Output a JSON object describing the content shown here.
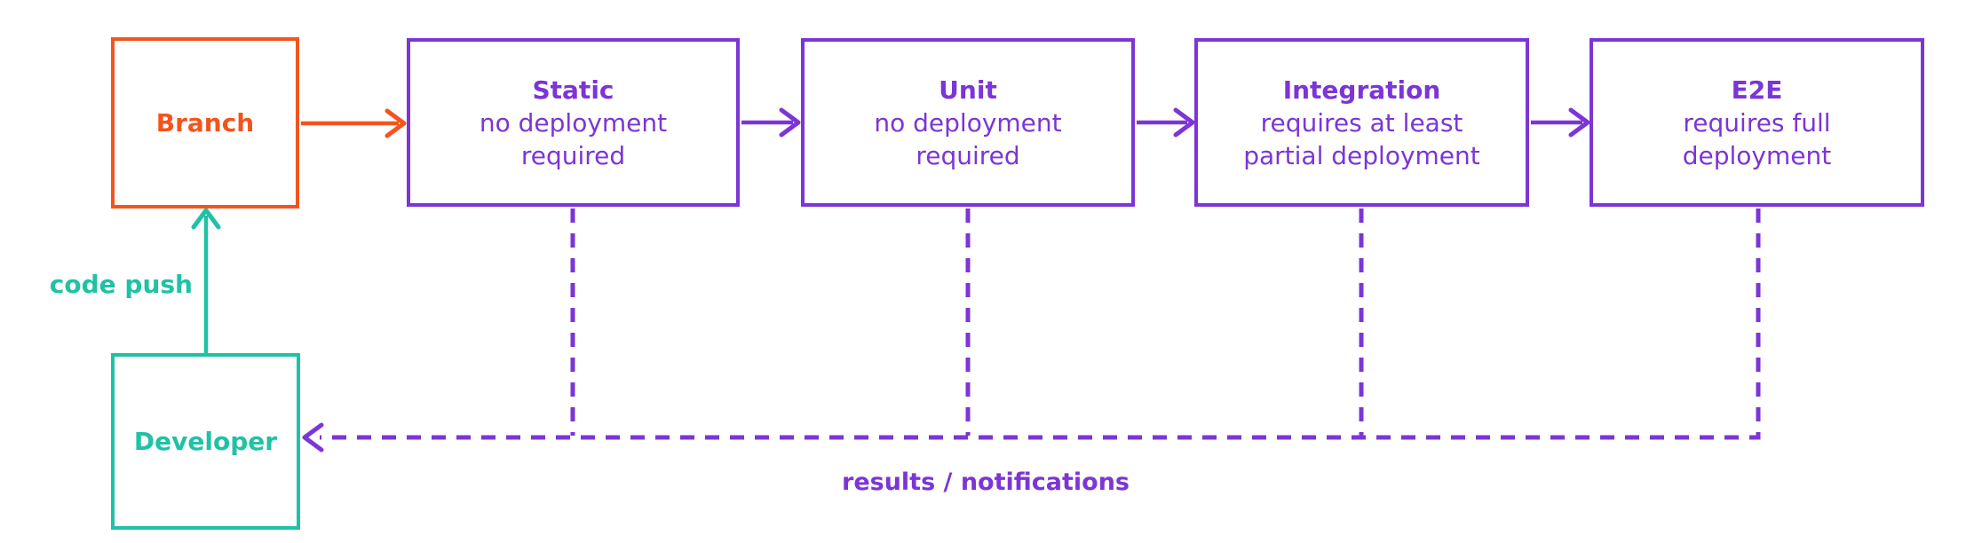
{
  "colors": {
    "orange": "#F3541E",
    "purple": "#7C35D6",
    "teal": "#1FC2A5"
  },
  "nodes": {
    "branch": {
      "title": "Branch"
    },
    "static": {
      "title": "Static",
      "subtitle1": "no deployment",
      "subtitle2": "required"
    },
    "unit": {
      "title": "Unit",
      "subtitle1": "no deployment",
      "subtitle2": "required"
    },
    "integration": {
      "title": "Integration",
      "subtitle1": "requires at least",
      "subtitle2": "partial deployment"
    },
    "e2e": {
      "title": "E2E",
      "subtitle1": "requires full",
      "subtitle2": "deployment"
    },
    "developer": {
      "title": "Developer"
    }
  },
  "edge_labels": {
    "code_push": "code push",
    "results": "results / notifications"
  }
}
